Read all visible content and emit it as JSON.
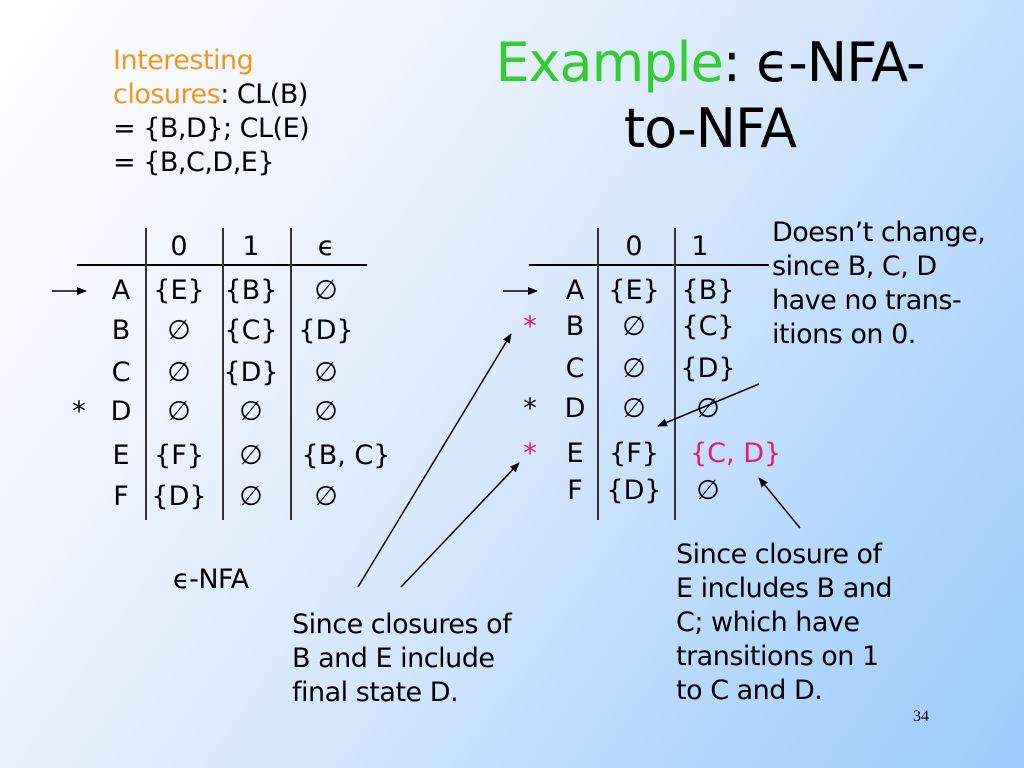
{
  "slide": {
    "title_accent": "Example",
    "title_colon": ":",
    "title_line1_rest": " ϵ-NFA-",
    "title_line2": "to-NFA",
    "page_number": "34",
    "colors": {
      "title_accent": "#33cc33",
      "orange": "#f0961c",
      "highlight": "#e6196e"
    }
  },
  "closures": {
    "label_line1": "Interesting",
    "label_line2": "closures",
    "line2_rest": ": CL(B)",
    "line3": "= {B,D}; CL(E)",
    "line4": "= {B,C,D,E}"
  },
  "enfa_table": {
    "caption": "ϵ-NFA",
    "columns": [
      "0",
      "1",
      "ϵ"
    ],
    "start_marker": "→",
    "rows": [
      {
        "marker": "→",
        "state": "A",
        "cells": [
          "{E}",
          "{B}",
          "∅"
        ]
      },
      {
        "marker": "",
        "state": "B",
        "cells": [
          "∅",
          "{C}",
          "{D}"
        ]
      },
      {
        "marker": "",
        "state": "C",
        "cells": [
          "∅",
          "{D}",
          "∅"
        ]
      },
      {
        "marker": "*",
        "state": "D",
        "cells": [
          "∅",
          "∅",
          "∅"
        ]
      },
      {
        "marker": "",
        "state": "E",
        "cells": [
          "{F}",
          "∅",
          "{B, C}"
        ]
      },
      {
        "marker": "",
        "state": "F",
        "cells": [
          "{D}",
          "∅",
          "∅"
        ]
      }
    ]
  },
  "nfa_table": {
    "columns": [
      "0",
      "1"
    ],
    "rows": [
      {
        "marker": "→",
        "marker_highlight": false,
        "state": "A",
        "cells": [
          "{E}",
          "{B}"
        ],
        "cell_highlight": [
          false,
          false
        ]
      },
      {
        "marker": "*",
        "marker_highlight": true,
        "state": "B",
        "cells": [
          "∅",
          "{C}"
        ],
        "cell_highlight": [
          false,
          false
        ]
      },
      {
        "marker": "",
        "marker_highlight": false,
        "state": "C",
        "cells": [
          "∅",
          "{D}"
        ],
        "cell_highlight": [
          false,
          false
        ]
      },
      {
        "marker": "*",
        "marker_highlight": false,
        "state": "D",
        "cells": [
          "∅",
          "∅"
        ],
        "cell_highlight": [
          false,
          false
        ]
      },
      {
        "marker": "*",
        "marker_highlight": true,
        "state": "E",
        "cells": [
          "{F}",
          "{C, D}"
        ],
        "cell_highlight": [
          false,
          true
        ]
      },
      {
        "marker": "",
        "marker_highlight": false,
        "state": "F",
        "cells": [
          "{D}",
          "∅"
        ],
        "cell_highlight": [
          false,
          false
        ]
      }
    ]
  },
  "notes": {
    "no_change": [
      "Doesn’t change,",
      "since B, C, D",
      "have no trans-",
      "itions on 0."
    ],
    "final_state": [
      "Since closures of",
      "B and E include",
      "final state D."
    ],
    "closure_of_e": [
      "Since closure of",
      "E includes B and",
      "C; which have",
      "transitions on 1",
      "to C and D."
    ]
  }
}
